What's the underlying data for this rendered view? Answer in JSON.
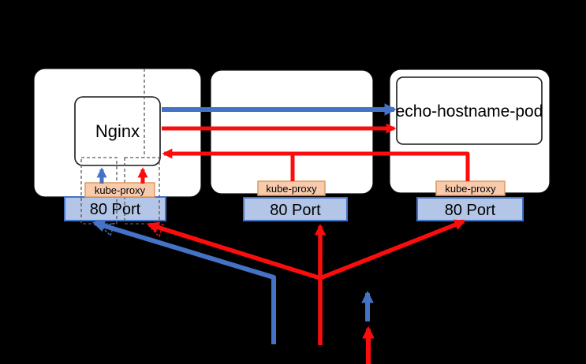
{
  "nodes": [
    {
      "pod_label": "Nginx",
      "kube_proxy_label": "kube-proxy",
      "port_label": "80 Port"
    },
    {
      "kube_proxy_label": "kube-proxy",
      "port_label": "80 Port"
    },
    {
      "pod_label": "echo-hostname-pod",
      "kube_proxy_label": "kube-proxy",
      "port_label": "80 Port"
    }
  ],
  "colors": {
    "background": "#000000",
    "node_fill": "#ffffff",
    "kube_proxy_fill": "#f8cbad",
    "kube_proxy_border": "#dd9a60",
    "port_fill": "#b3c6e7",
    "port_border": "#4472c4",
    "arrow_blue": "#4472c4",
    "arrow_red": "#fc0d0d",
    "dashed_line": "#5a5a5a"
  }
}
